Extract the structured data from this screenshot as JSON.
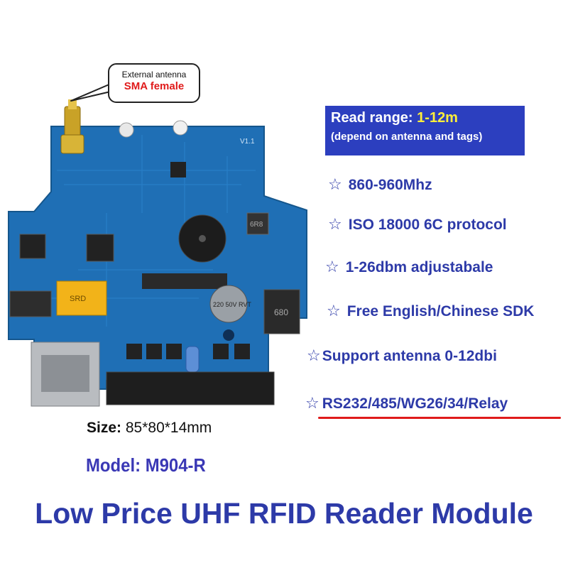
{
  "callout": {
    "line1": "External antenna",
    "line2": "SMA female"
  },
  "read_range": {
    "label": "Read range:",
    "value": "1-12m",
    "note": "(depend on antenna and tags)"
  },
  "features": [
    "860-960Mhz",
    "ISO 18000 6C protocol",
    "1-26dbm adjustabale",
    "Free English/Chinese SDK",
    "Support antenna 0-12dbi",
    "RS232/485/WG26/34/Relay"
  ],
  "star_glyph": "☆",
  "size": {
    "label": "Size:",
    "value": "85*80*14mm"
  },
  "model": "Model: M904-R",
  "headline": "Low Price UHF RFID Reader Module",
  "board": {
    "version_label": "V1.1",
    "capacitor_text": "220 50V RVT",
    "inductor_top": "6R8",
    "inductor_big": "680",
    "relay_text": "SRD",
    "colors": {
      "pcb": "#1f6fb5",
      "pcb_dark": "#1a5f9d",
      "gold": "#c9a227",
      "relay": "#f2b319"
    }
  },
  "colors": {
    "accent_blue": "#2d3aa8",
    "range_box": "#2c3fbf",
    "range_value": "#ffef3a",
    "red": "#e01b1b"
  }
}
